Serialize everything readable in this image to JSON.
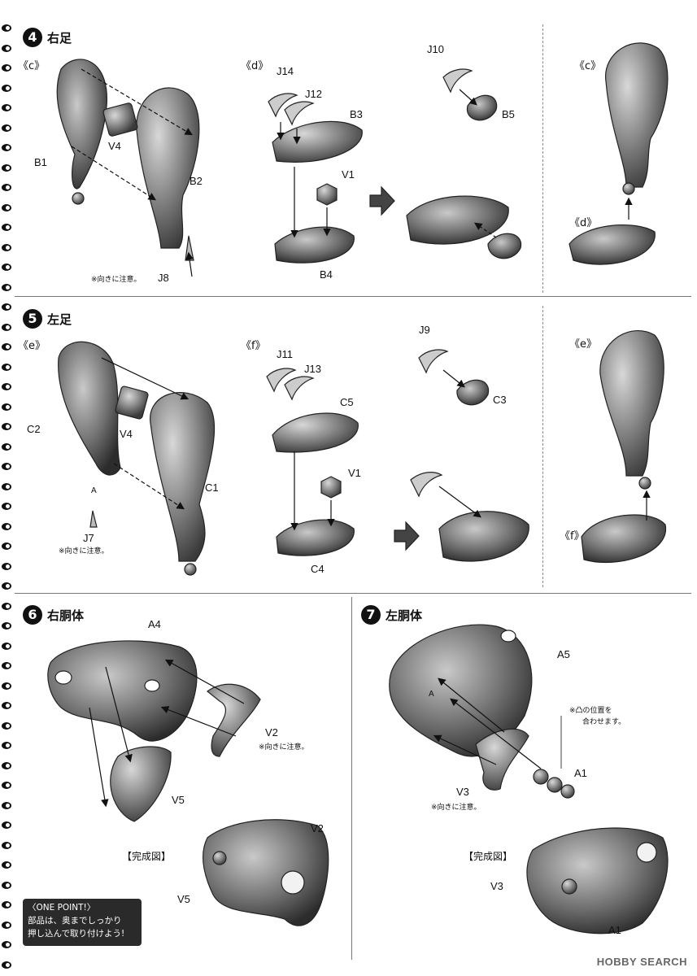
{
  "steps": {
    "s4": {
      "num": "4",
      "title": "右足"
    },
    "s5": {
      "num": "5",
      "title": "左足"
    },
    "s6": {
      "num": "6",
      "title": "右胴体"
    },
    "s7": {
      "num": "7",
      "title": "左胴体"
    }
  },
  "subs": {
    "c": "《c》",
    "d": "《d》",
    "e": "《e》",
    "f": "《f》"
  },
  "parts": {
    "B1": "B1",
    "B2": "B2",
    "B3": "B3",
    "B4": "B4",
    "B5": "B5",
    "C1": "C1",
    "C2": "C2",
    "C3": "C3",
    "C4": "C4",
    "C5": "C5",
    "V1": "V1",
    "V2": "V2",
    "V3": "V3",
    "V4": "V4",
    "V5": "V5",
    "J7": "J7",
    "J8": "J8",
    "J9": "J9",
    "J10": "J10",
    "J11": "J11",
    "J12": "J12",
    "J13": "J13",
    "J14": "J14",
    "A": "A",
    "A1": "A1",
    "A4": "A4",
    "A5": "A5"
  },
  "notes": {
    "orientation": "※向きに注意。",
    "align_line1": "※凸の位置を",
    "align_line2": "合わせます。",
    "complete": "【完成図】"
  },
  "one_point": {
    "title": "〈ONE POINT!〉",
    "line1": "部品は、奥までしっかり",
    "line2": "押し込んで取り付けよう!"
  },
  "watermark": "HOBBY SEARCH"
}
